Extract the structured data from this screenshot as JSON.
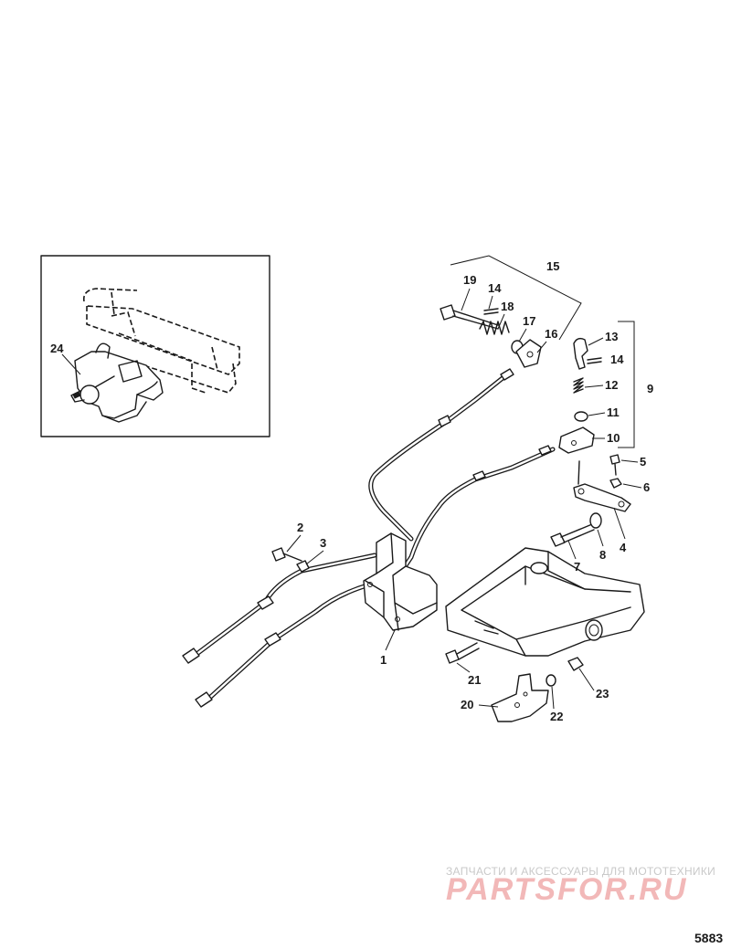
{
  "callouts": {
    "c1": "1",
    "c2": "2",
    "c3": "3",
    "c4": "4",
    "c5": "5",
    "c6": "6",
    "c7": "7",
    "c8": "8",
    "c9": "9",
    "c10": "10",
    "c11": "11",
    "c12": "12",
    "c13": "13",
    "c14a": "14",
    "c14b": "14",
    "c15": "15",
    "c16": "16",
    "c17": "17",
    "c18": "18",
    "c19": "19",
    "c20": "20",
    "c21": "21",
    "c22": "22",
    "c23": "23",
    "c24": "24"
  },
  "watermark": {
    "tagline": "ЗАПЧАСТИ И АКСЕССУАРЫ ДЛЯ МОТОТЕХНИКИ",
    "logo": "PARTSFOR.RU"
  },
  "figure_number": "5883",
  "colors": {
    "line": "#1a1a1a",
    "watermark_logo": "#f2b8b8",
    "watermark_text": "#c9c9c9"
  }
}
